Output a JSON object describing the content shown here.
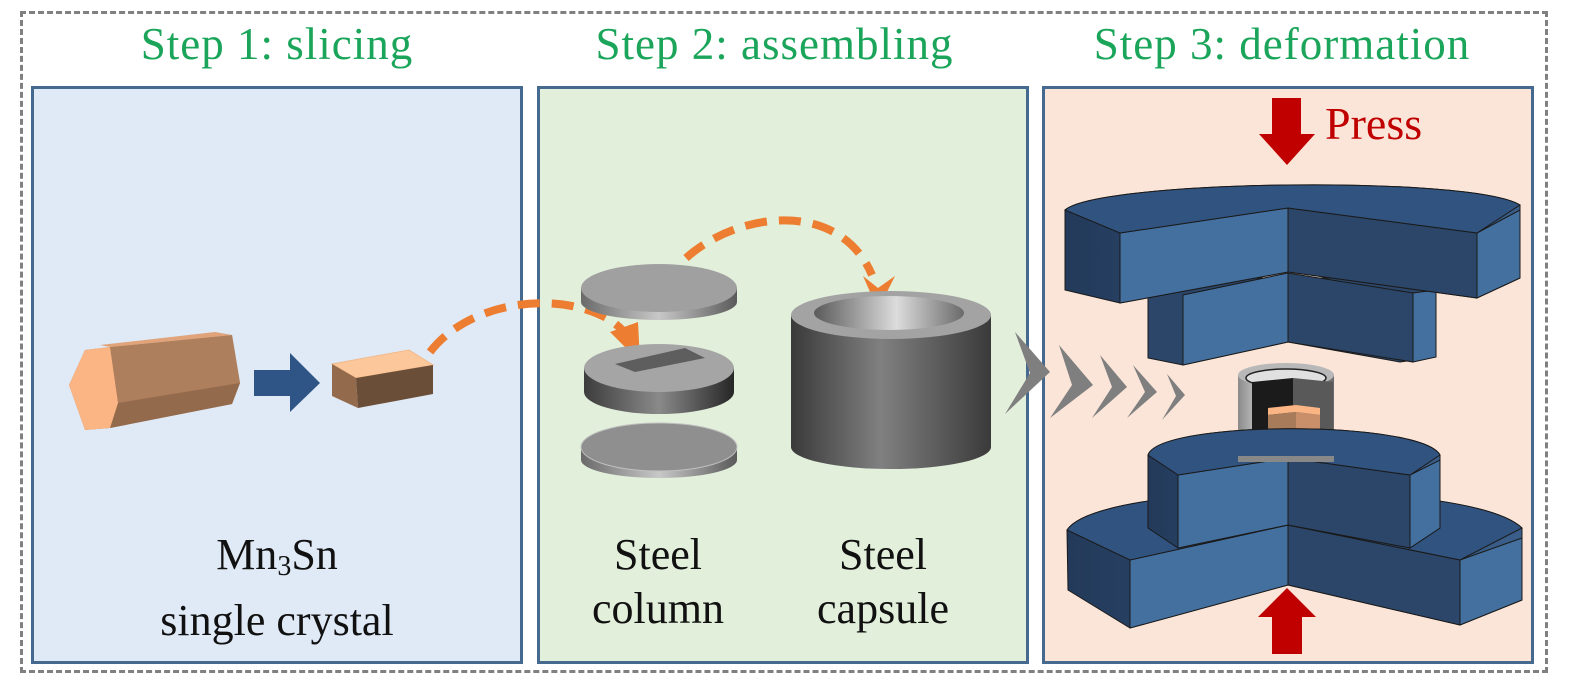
{
  "steps": [
    {
      "title": "Step 1: slicing",
      "panel_color": "#dfeaf6"
    },
    {
      "title": "Step 2: assembling",
      "panel_color": "#e2efda"
    },
    {
      "title": "Step 3: deformation",
      "panel_color": "#fbe5d8"
    }
  ],
  "step1": {
    "caption_line1_main": "Mn",
    "caption_line1_sub": "3",
    "caption_line1_end": "Sn",
    "caption_line2": "single crystal"
  },
  "step2": {
    "column_label_line1": "Steel",
    "column_label_line2": "column",
    "capsule_label_line1": "Steel",
    "capsule_label_line2": "capsule"
  },
  "step3": {
    "press_label": "Press"
  },
  "colors": {
    "title_green": "#1aa55a",
    "panel_border": "#46698f",
    "arrow_orange": "#ed7d31",
    "arrow_blue": "#2f5486",
    "press_red": "#c00000",
    "anvil_blue": "#44709f",
    "chevron_gray": "#7f7f7f"
  }
}
